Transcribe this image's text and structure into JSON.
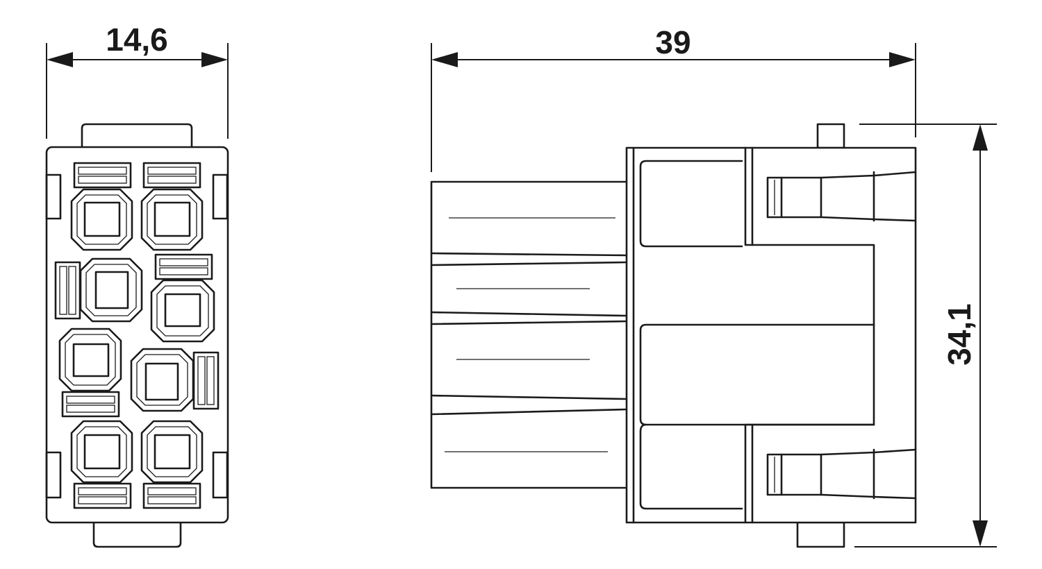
{
  "dimensions": {
    "front_width": "14,6",
    "side_length": "39",
    "side_height": "34,1"
  },
  "front_view": {
    "contact_count": 8
  },
  "colors": {
    "line": "#1a1a1a",
    "background": "#ffffff"
  }
}
